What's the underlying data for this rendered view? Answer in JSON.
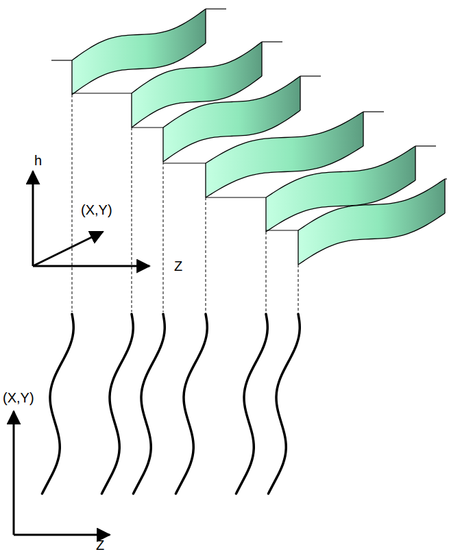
{
  "diagram": {
    "labels": [
      "h",
      "(X,Y)",
      "Z",
      "(X,Y)",
      "Z"
    ]
  }
}
